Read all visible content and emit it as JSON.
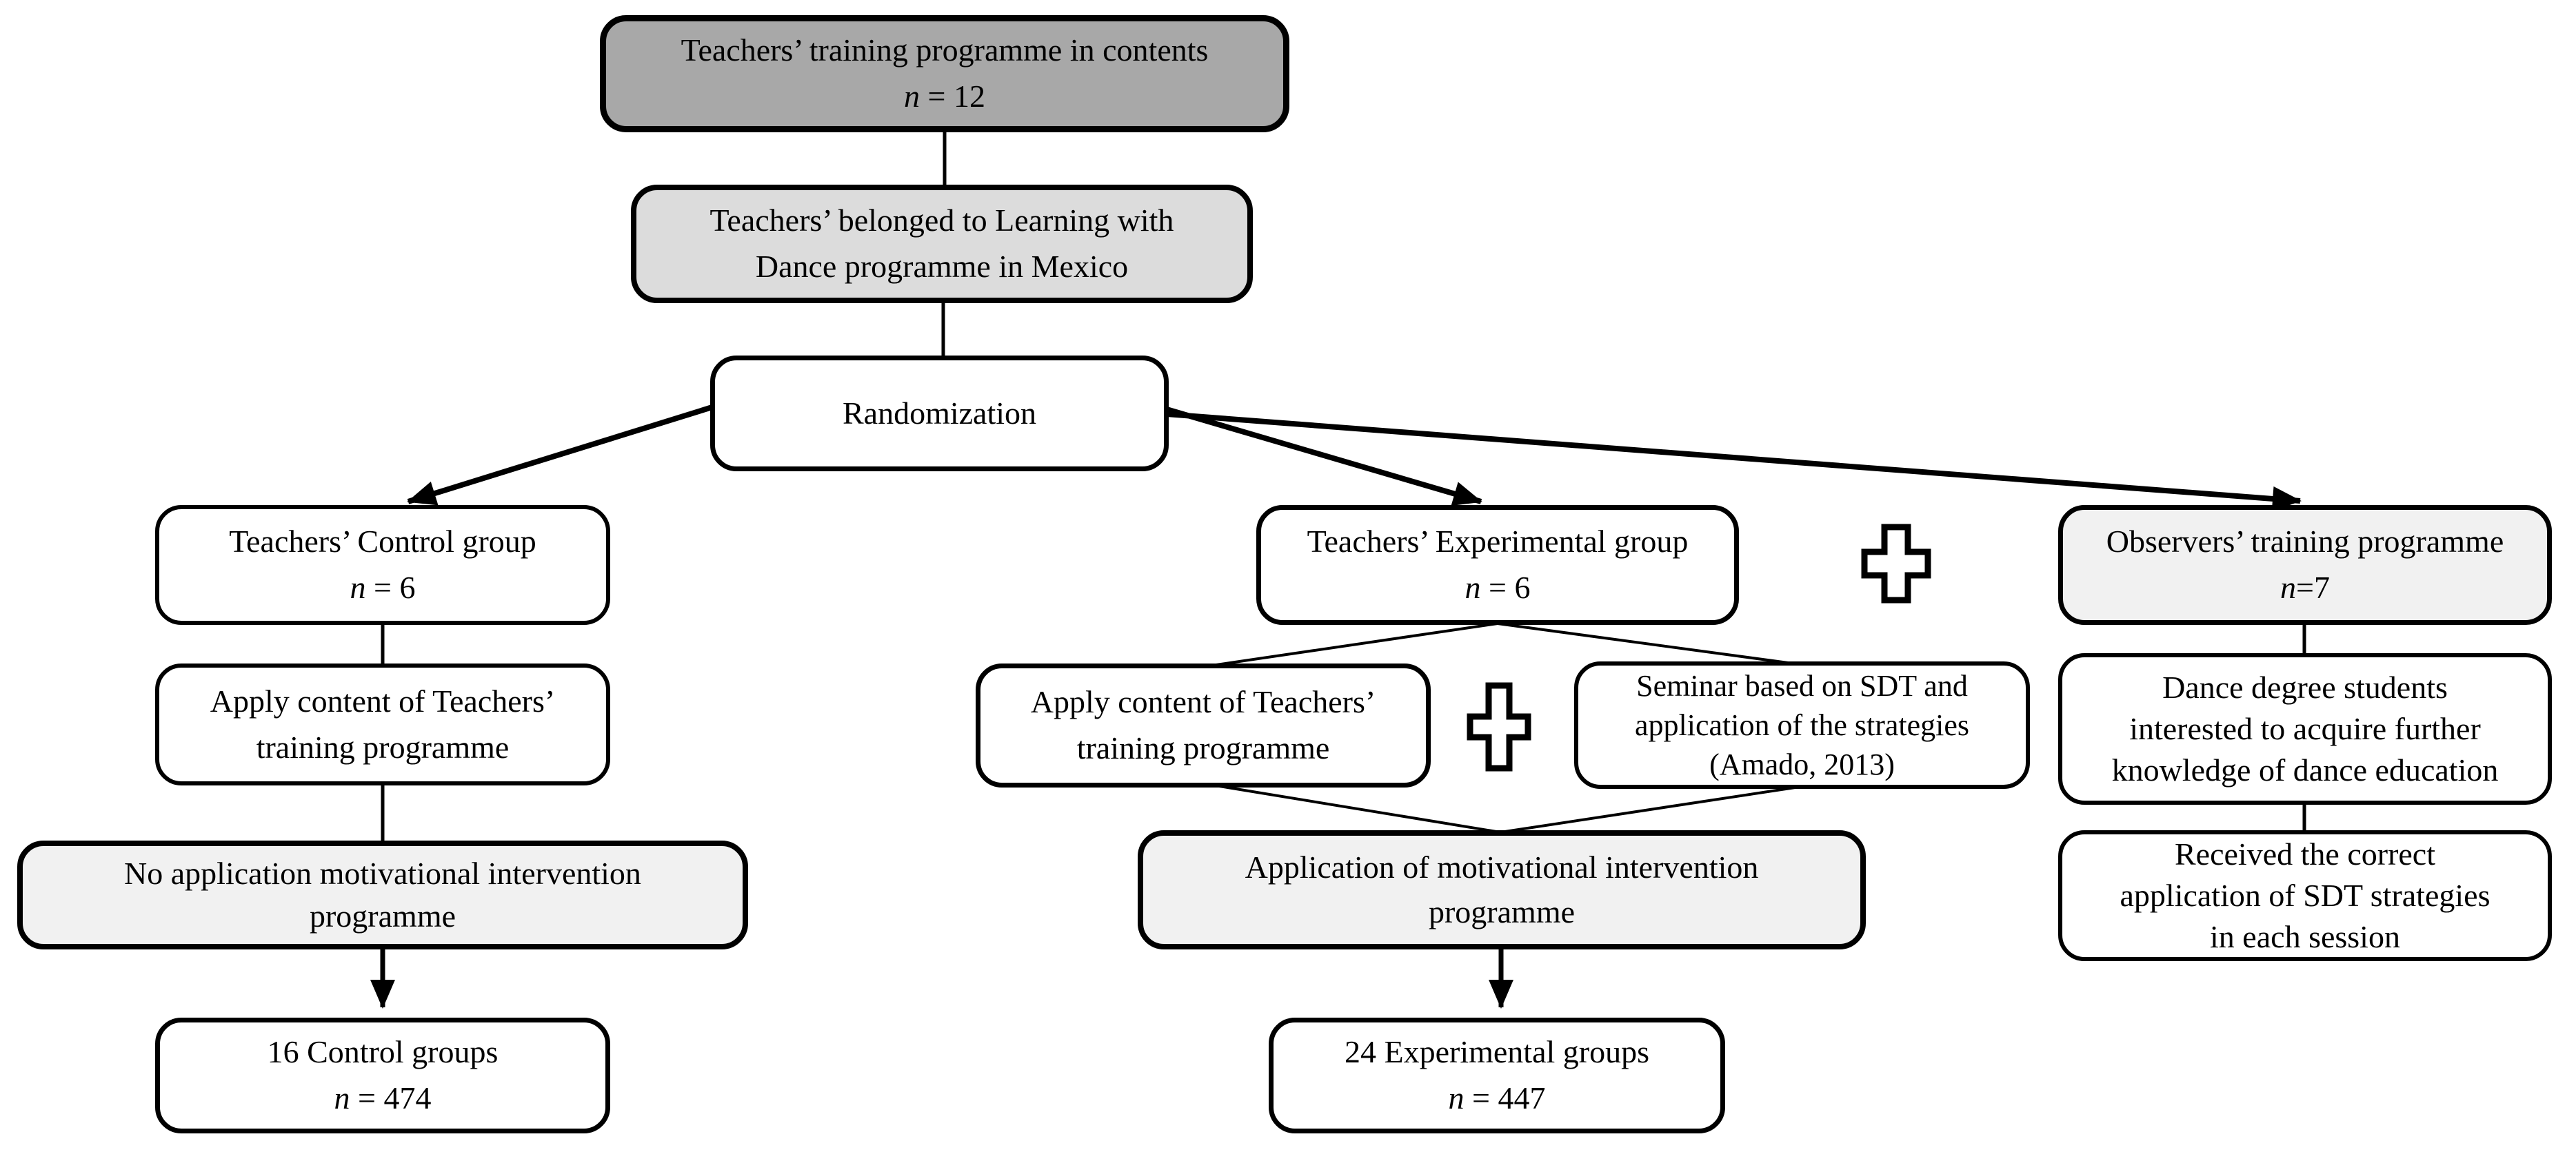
{
  "figure": {
    "type": "flowchart",
    "title": "Teachers’ training programme randomization flow",
    "colors": {
      "dark_gray_fill": "#a8a8a8",
      "mid_gray_fill": "#dcdcdc",
      "light_gray_fill": "#f1f1f1",
      "line_color": "#000000",
      "background": "#ffffff"
    },
    "boxes": {
      "top": {
        "lines": [
          "Teachers’ training programme in contents"
        ],
        "n_var": "n",
        "n_eq": " = 12"
      },
      "belonged": {
        "lines": [
          "Teachers’ belonged to Learning with",
          "Dance programme in Mexico"
        ]
      },
      "randomization": {
        "lines": [
          "Randomization"
        ]
      },
      "control": {
        "lines": [
          "Teachers’ Control group"
        ],
        "n_var": "n",
        "n_eq": " = 6"
      },
      "experimental": {
        "lines": [
          "Teachers’ Experimental group"
        ],
        "n_var": "n",
        "n_eq": " = 6"
      },
      "observers": {
        "lines": [
          "Observers’ training programme"
        ],
        "n_var": "n",
        "n_eq": "=7"
      },
      "apply_left": {
        "lines": [
          "Apply content of Teachers’",
          "training programme"
        ]
      },
      "apply_mid": {
        "lines": [
          "Apply content of Teachers’",
          "training programme"
        ]
      },
      "seminar": {
        "lines": [
          "Seminar based on SDT and",
          "application of the strategies",
          "(Amado, 2013)"
        ]
      },
      "dance": {
        "lines": [
          "Dance degree students",
          "interested to acquire further",
          "knowledge of dance education"
        ]
      },
      "no_application": {
        "lines": [
          "No application motivational intervention",
          "programme"
        ]
      },
      "application": {
        "lines": [
          "Application of motivational intervention",
          "programme"
        ]
      },
      "received": {
        "lines": [
          "Received the correct",
          "application of SDT strategies",
          "in each session"
        ]
      },
      "control16": {
        "lines": [
          "16 Control groups"
        ],
        "n_var": "n",
        "n_eq": " = 474"
      },
      "exp24": {
        "lines": [
          "24 Experimental groups"
        ],
        "n_var": "n",
        "n_eq": " = 447"
      }
    }
  }
}
